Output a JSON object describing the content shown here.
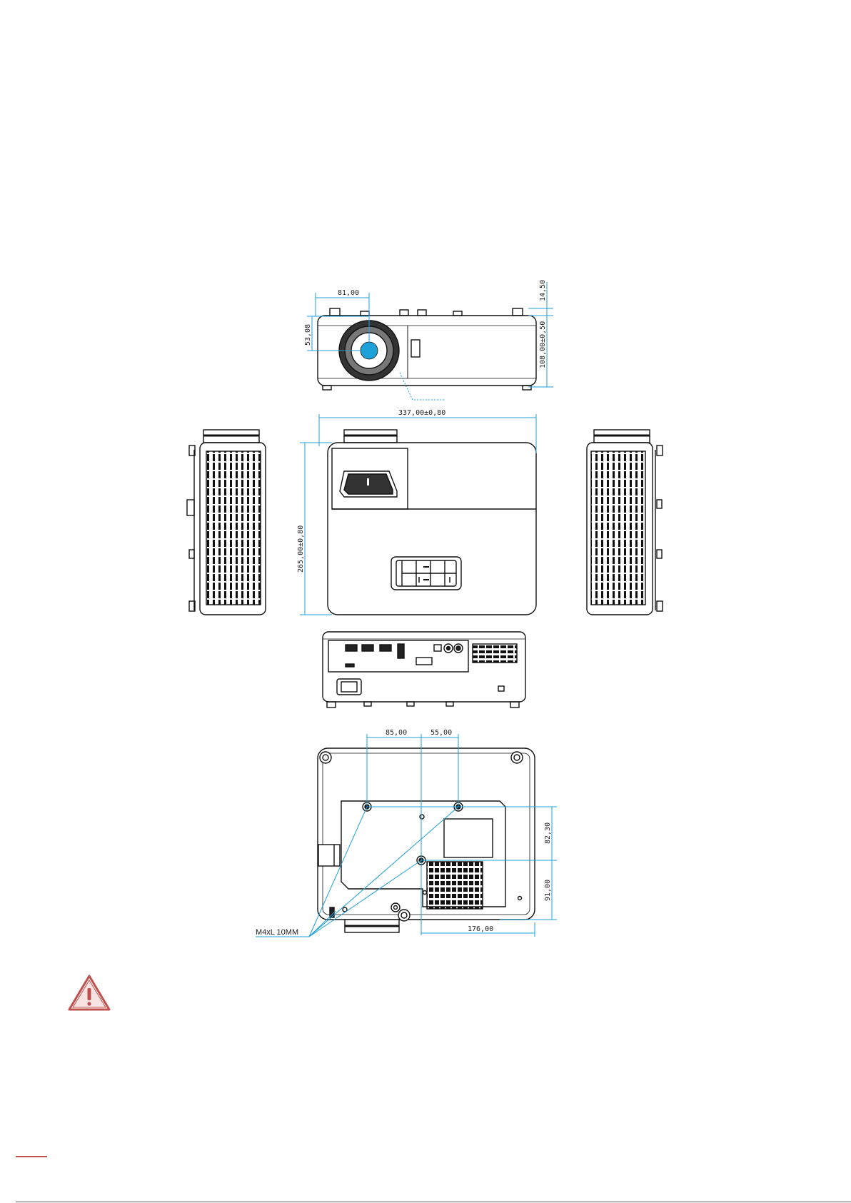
{
  "colors": {
    "dim_line": "#1ea0d8",
    "outline": "#111111",
    "warning": "#c0504d"
  },
  "front_view": {
    "dim_lens_offset": "81,00",
    "dim_lens_height": "53,08",
    "dim_top_offset": "14,50",
    "dim_height": "108,00±0,50"
  },
  "top_view": {
    "dim_width": "337,00±0,80",
    "dim_depth": "265,00±0,80"
  },
  "bottom_view": {
    "dim_hole_left": "85,00",
    "dim_hole_right": "55,00",
    "dim_vertical_upper": "82,30",
    "dim_vertical_lower": "91,00",
    "dim_horizontal": "176,00",
    "screw_label": "M4xL 10MM"
  },
  "icons": {
    "warning": "warning-triangle-icon"
  }
}
